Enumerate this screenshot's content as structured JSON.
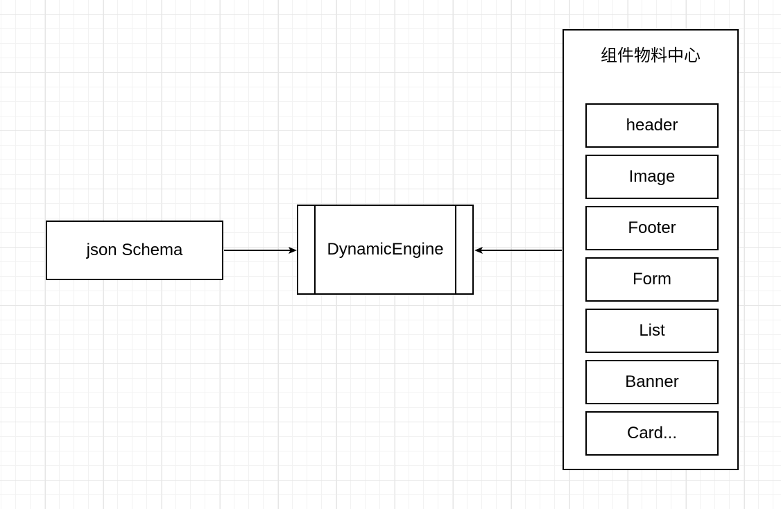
{
  "diagram": {
    "nodes": {
      "json_schema": {
        "label": "json Schema",
        "shape": "rectangle"
      },
      "dynamic_engine": {
        "label": "DynamicEngine",
        "shape": "process"
      },
      "material_center": {
        "title": "组件物料中心",
        "shape": "container",
        "components": [
          "header",
          "Image",
          "Footer",
          "Form",
          "List",
          "Banner",
          "Card..."
        ]
      }
    },
    "edges": [
      {
        "from": "json_schema",
        "to": "dynamic_engine",
        "arrow": "right"
      },
      {
        "from": "material_center",
        "to": "dynamic_engine",
        "arrow": "left"
      }
    ],
    "style": {
      "stroke_color": "#000000",
      "fill_color": "#ffffff",
      "text_color": "#000000",
      "grid_minor_color": "#f2f2f2",
      "grid_major_color": "#e6e6e6",
      "background_color": "#ffffff"
    }
  }
}
